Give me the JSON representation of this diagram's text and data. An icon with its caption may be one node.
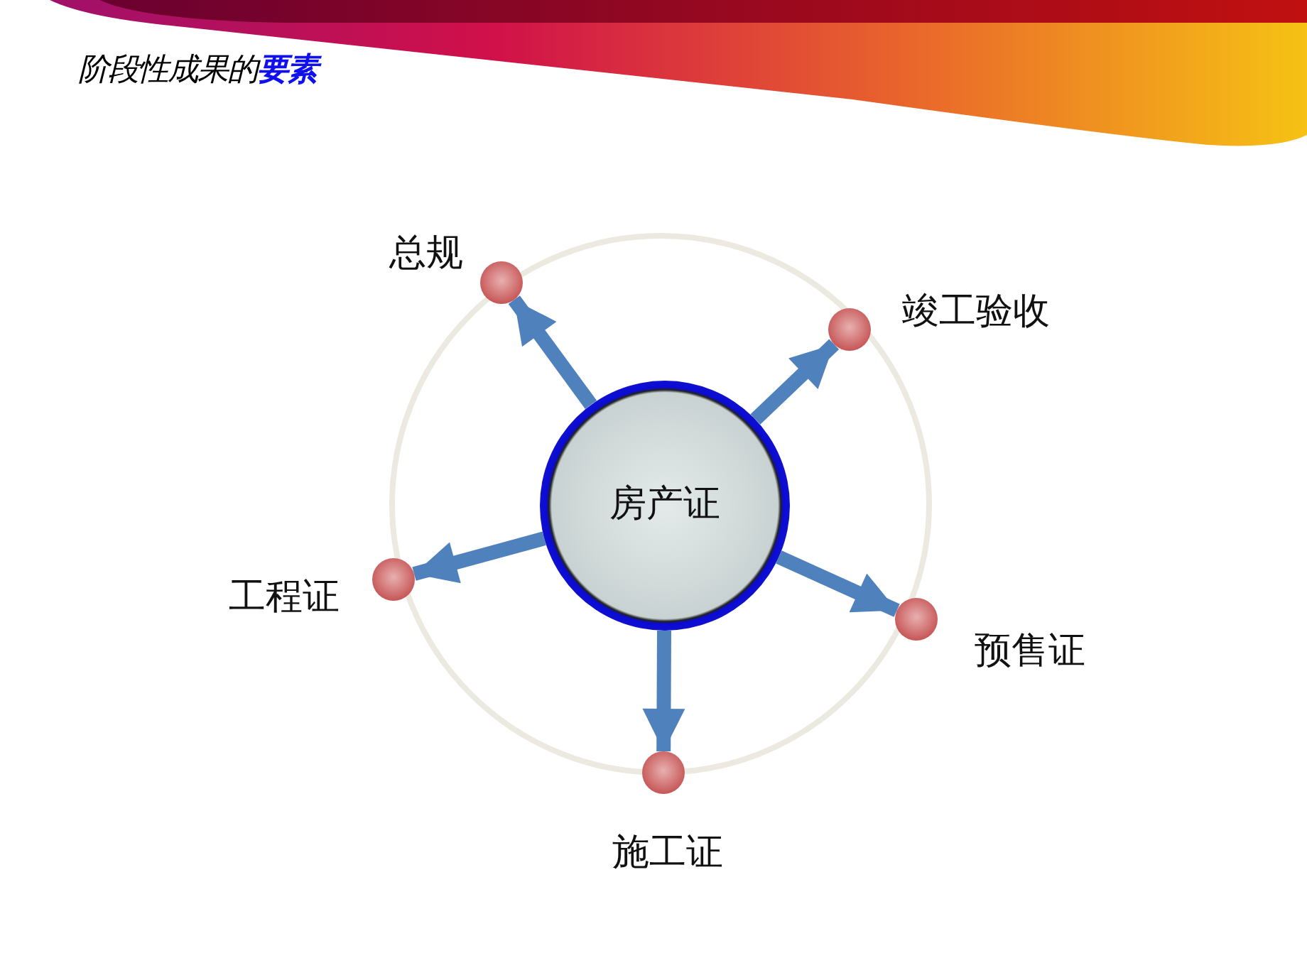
{
  "diagram": {
    "title": "阶段性成果的**要素**",
    "nodes": [
      {
        "text": [
          "房产证"
        ]
      },
      {
        "text": [],
        "shape": "circle",
        "beside": [
          "总规"
        ]
      },
      {
        "text": [],
        "shape": "circle",
        "beside": [
          "竣工验收"
        ]
      },
      {
        "text": [],
        "shape": "circle",
        "beside": [
          "工程证"
        ]
      },
      {
        "text": [],
        "shape": "circle",
        "beside": [
          "预售证"
        ]
      },
      {
        "text": [],
        "shape": "circle",
        "beside": [
          "施工证"
        ]
      }
    ],
    "edges": [
      {
        "from": 0,
        "to": 1,
        "arrow": "to"
      },
      {
        "from": 0,
        "to": 2,
        "arrow": "to"
      },
      {
        "from": 0,
        "to": 3,
        "arrow": "to"
      },
      {
        "from": 0,
        "to": 4,
        "arrow": "to"
      },
      {
        "from": 0,
        "to": 5,
        "arrow": "to"
      }
    ]
  }
}
